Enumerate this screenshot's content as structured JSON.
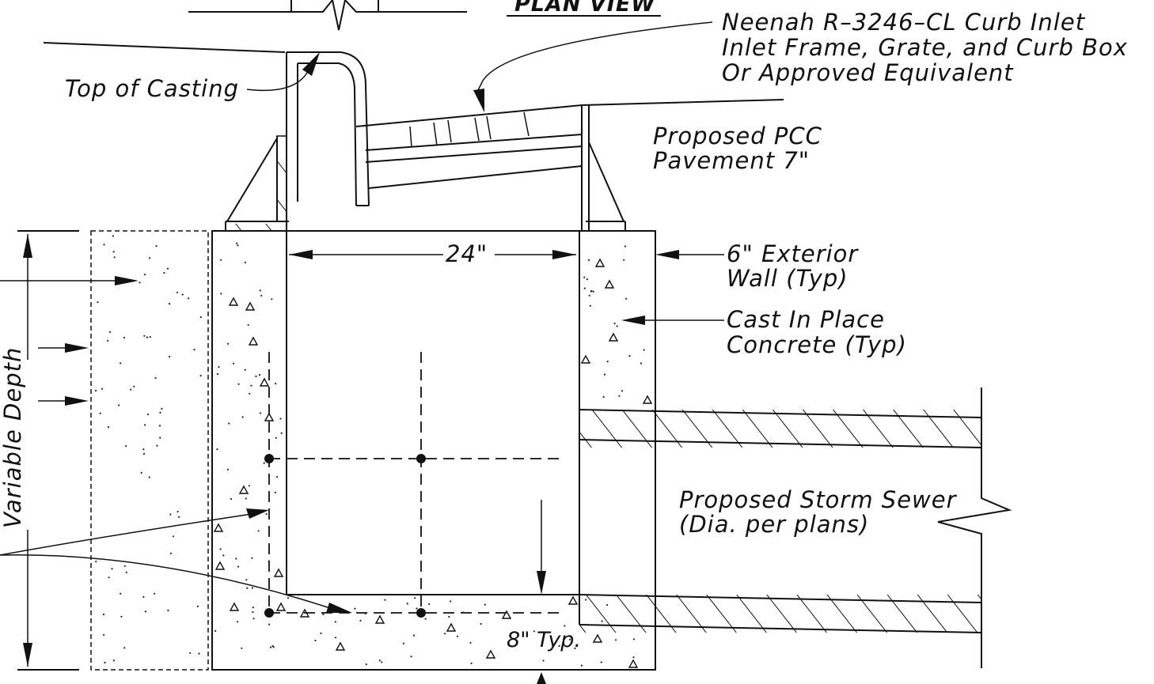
{
  "labels": {
    "plan_view": "PLAN VIEW",
    "casting_l1": "Neenah R–3246–CL Curb Inlet",
    "casting_l2": "Inlet Frame, Grate, and Curb Box",
    "casting_l3": "Or Approved Equivalent",
    "top_of_casting": "Top of Casting",
    "pavement_l1": "Proposed PCC",
    "pavement_l2": "Pavement 7\"",
    "inside_width": "24\"",
    "wall_l1": "6\" Exterior",
    "wall_l2": "Wall (Typ)",
    "concrete_l1": "Cast In Place",
    "concrete_l2": "Concrete (Typ)",
    "variable_depth": "Variable Depth",
    "sewer_l1": "Proposed Storm Sewer",
    "sewer_l2": "(Dia. per plans)",
    "floor_thickness": "8\" Typ."
  },
  "colors": {
    "line": "#111111",
    "background": "#ffffff"
  }
}
